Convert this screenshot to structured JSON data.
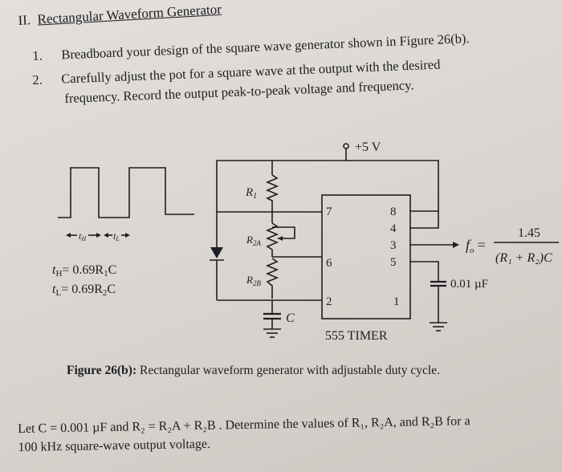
{
  "section": {
    "number": "II.",
    "title": "Rectangular Waveform Generator"
  },
  "questions": [
    {
      "num": "1.",
      "text": "Breadboard your design of the square wave generator shown in Figure 26(b)."
    },
    {
      "num": "2.",
      "text": "Carefully adjust the pot for a square wave at the output with the desired",
      "text2": "frequency. Record the output peak-to-peak voltage and frequency."
    }
  ],
  "circuit": {
    "supply": "+5 V",
    "r1": "R",
    "r1_sub": "1",
    "r2a": "R",
    "r2a_sub": "2A",
    "r2b": "R",
    "r2b_sub": "2B",
    "cap": "C",
    "pins": {
      "p7": "7",
      "p6": "6",
      "p2": "2",
      "p8": "8",
      "p4": "4",
      "p3": "3",
      "p5": "5",
      "p1": "1"
    },
    "timer": "555 TIMER",
    "cap_out": "0.01 µF",
    "fo_label": "f",
    "fo_sub": "o",
    "fo_eq": "=",
    "fo_num": "1.45",
    "fo_den": "(R₁ + R₂)C",
    "th_label": "t",
    "th_sub": "H",
    "tl_label": "t",
    "tl_sub": "L",
    "eq_th": "= 0.69R",
    "eq_th_sub": "1",
    "eq_th_end": "C",
    "eq_tl": "= 0.69R",
    "eq_tl_sub": "2",
    "eq_tl_end": "C"
  },
  "caption": {
    "bold": "Figure 26(b):",
    "text": " Rectangular waveform generator with adjustable duty cycle."
  },
  "problem": {
    "line1": "Let C = 0.001 µF and R₂ = R₂A + R₂B . Determine the values of R₁, R₂A, and R₂B for a",
    "line2": "100 kHz square-wave output voltage."
  }
}
